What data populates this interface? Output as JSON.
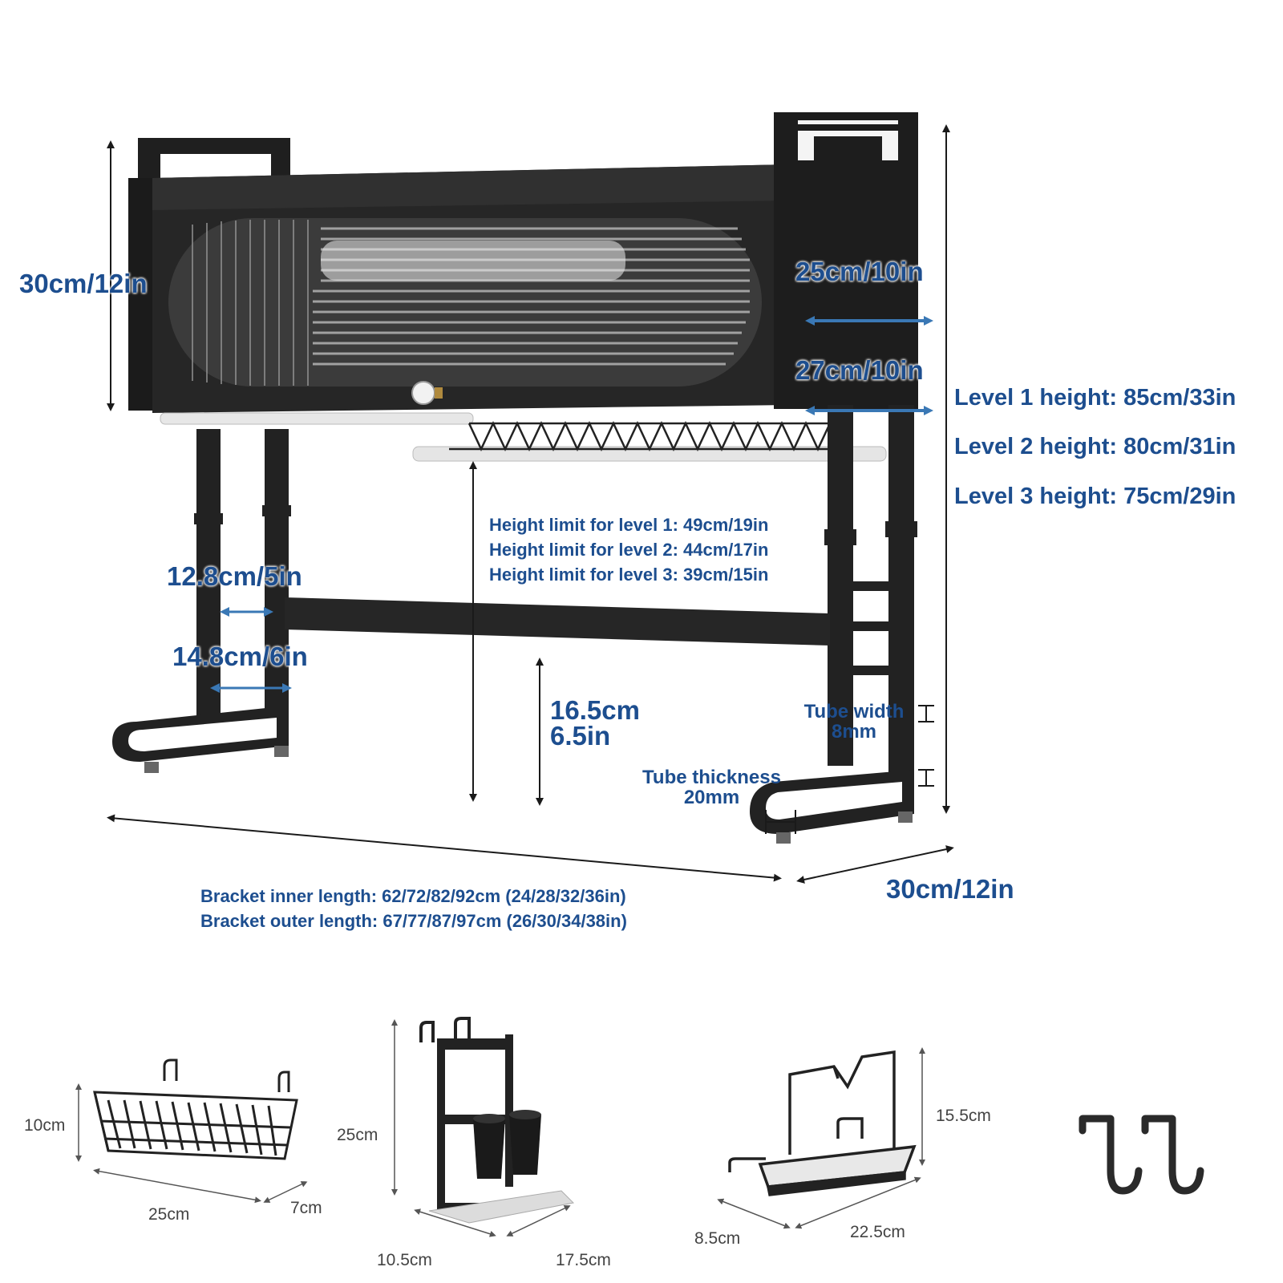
{
  "colors": {
    "label_blue": "#1d4e8f",
    "frame_black": "#1f1f1f",
    "accessory_grey": "#444444",
    "arrow_blue": "#3a78b5"
  },
  "main_rack": {
    "cabinet_height": "30cm/12in",
    "side_width_top": "25cm/10in",
    "side_width_bottom": "27cm/10in",
    "level_heights": [
      "Level 1 height: 85cm/33in",
      "Level 2 height: 80cm/31in",
      "Level 3 height: 75cm/29in"
    ],
    "height_limits": [
      "Height limit for level 1: 49cm/19in",
      "Height limit for level 2: 44cm/17in",
      "Height limit for level 3: 39cm/15in"
    ],
    "leg_gap_inner": "12.8cm/5in",
    "leg_gap_outer": "14.8cm/6in",
    "crossbar_height": [
      "16.5cm",
      "6.5in"
    ],
    "tube_width": [
      "Tube width",
      "8mm"
    ],
    "tube_thickness": [
      "Tube thickness",
      "20mm"
    ],
    "depth": "30cm/12in",
    "bracket_lengths": [
      "Bracket inner length: 62/72/82/92cm (24/28/32/36in)",
      "Bracket outer length: 67/77/87/97cm (26/30/34/38in)"
    ]
  },
  "accessories": {
    "basket": {
      "height": "10cm",
      "length": "25cm",
      "depth": "7cm"
    },
    "utensil_holder": {
      "height": "25cm",
      "depth": "10.5cm",
      "width": "17.5cm"
    },
    "board_rack": {
      "height": "15.5cm",
      "depth": "8.5cm",
      "width": "22.5cm"
    },
    "hooks": {
      "icon": "s-hook-icon"
    }
  }
}
